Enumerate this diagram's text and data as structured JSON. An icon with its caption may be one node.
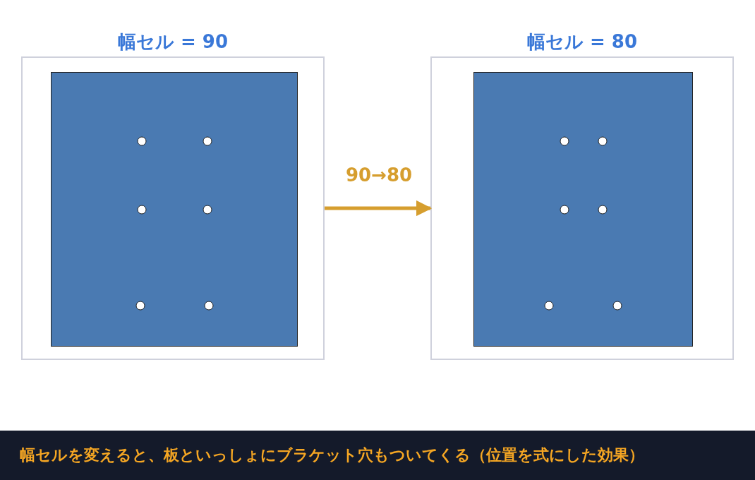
{
  "diagram": {
    "nodes": [
      {
        "text": [
          "幅セル = 90"
        ]
      },
      {
        "text": [],
        "shape": "box",
        "in": 0
      },
      {
        "text": [
          "幅セル = 80"
        ]
      },
      {
        "text": [],
        "shape": "box",
        "in": 2
      },
      {
        "text": [
          "幅セルを変えると、板といっしょにブラケット穴もついてくる（位置を式にした効果）"
        ]
      }
    ],
    "edges": [
      {
        "from": 0,
        "to": 2,
        "arrow": "to",
        "label": "90→80",
        "color": "#d69e2e"
      }
    ]
  }
}
